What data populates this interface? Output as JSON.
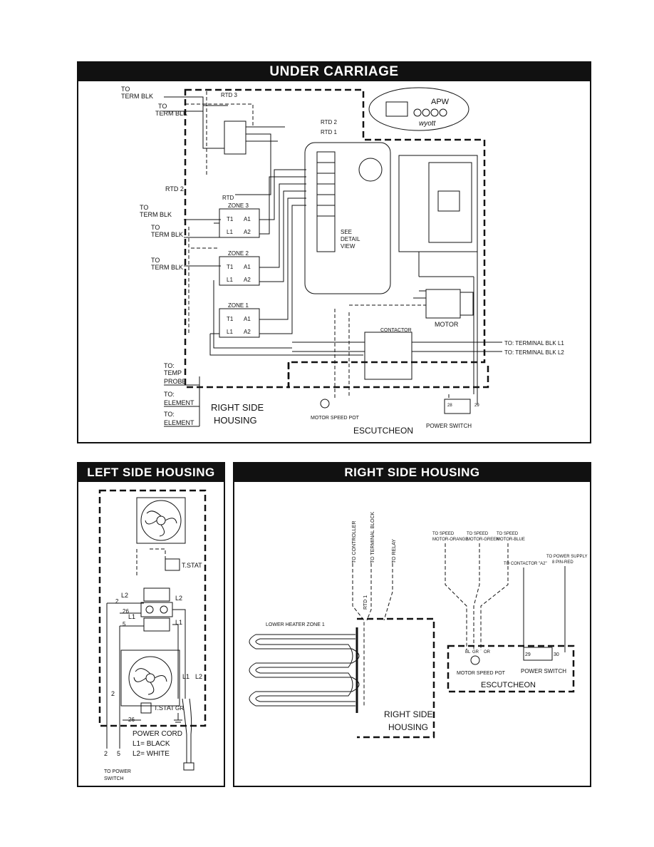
{
  "under_carriage": {
    "title": "UNDER CARRIAGE",
    "logo": {
      "line1": "APW",
      "line2": "wyott"
    },
    "labels": {
      "to_term_blk_1": "TO",
      "to_term_blk_1b": "TERM BLK",
      "to_term_blk_2": "TO",
      "to_term_blk_2b": "TERM BLK",
      "to_term_blk_3": "TO",
      "to_term_blk_3b": "TERM BLK",
      "to_term_blk_4": "TO",
      "to_term_blk_4b": "TERM BLK",
      "to_term_blk_5": "TO",
      "to_term_blk_5b": "TERM BLK",
      "rtd3": "RTD 3",
      "rtd2": "RTD 2",
      "rtd1": "RTD 1",
      "rtd2_left": "RTD 2",
      "rtd_mid": "RTD",
      "zone3": "ZONE 3",
      "zone2": "ZONE 2",
      "zone1": "ZONE 1",
      "t1": "T1",
      "l1": "L1",
      "a1": "A1",
      "a2": "A2",
      "see_detail": "SEE",
      "detail": "DETAIL",
      "view": "VIEW",
      "motor": "MOTOR",
      "contactor": "CONTACTOR",
      "to_terminal_l1": "TO: TERMINAL BLK L1",
      "to_terminal_l2": "TO: TERMINAL BLK L2",
      "to_temp": "TO:",
      "temp": "TEMP",
      "probe": "PROBE",
      "to_element1": "TO:",
      "element1": "ELEMENT",
      "to_element2": "TO:",
      "element2": "ELEMENT",
      "right_side": "RIGHT SIDE",
      "housing": "HOUSING",
      "motor_speed_pot": "MOTOR SPEED POT",
      "escutcheon": "ESCUTCHEON",
      "power_switch": "POWER SWITCH",
      "sw_28": "28",
      "sw_29": "29"
    }
  },
  "left_side_housing": {
    "title": "LEFT SIDE HOUSING",
    "labels": {
      "tstat_top": "T.STAT",
      "tstat_bottom": "T.STAT",
      "gr": "GR",
      "l2_a": "L2",
      "l2_b": "L2",
      "l1_a": "L1",
      "l1_b": "L1",
      "l1_c": "L1",
      "l2_c": "L2",
      "n2": "2",
      "n26": "26",
      "n5": "5",
      "n2b": "2",
      "n26b": "26",
      "power_cord": "POWER CORD",
      "l1_black": "L1= BLACK",
      "l2_white": "L2= WHITE",
      "n2c": "2",
      "n5b": "5",
      "to_power": "TO POWER",
      "switch": "SWITCH"
    }
  },
  "right_side_housing": {
    "title": "RIGHT SIDE HOUSING",
    "labels": {
      "to_controller": "TO CONTROLLER",
      "to_terminal_block": "TO TERMINAL BLOCK",
      "to_relay": "TO RELAY",
      "rtd1": "RTD 1",
      "lower_heater": "LOWER HEATER ZONE 1",
      "right_side": "RIGHT SIDE",
      "housing": "HOUSING",
      "to_speed_orange_1": "TO SPEED",
      "to_speed_orange_2": "MOTOR-ORANGE",
      "to_speed_green_1": "TO SPEED",
      "to_speed_green_2": "MOTOR-GREEN",
      "to_speed_blue_1": "TO SPEED",
      "to_speed_blue_2": "MOTOR-BLUE",
      "to_contactor": "TO CONTACTOR \"A2\"",
      "to_power_supply_1": "TO POWER SUPPLY",
      "to_power_supply_2": "8 PIN-RED",
      "bl": "BL",
      "gr": "GR",
      "or": "OR",
      "n29": "29",
      "n30": "30",
      "motor_speed_pot": "MOTOR SPEED POT",
      "power_switch": "POWER SWITCH",
      "escutcheon": "ESCUTCHEON"
    }
  }
}
